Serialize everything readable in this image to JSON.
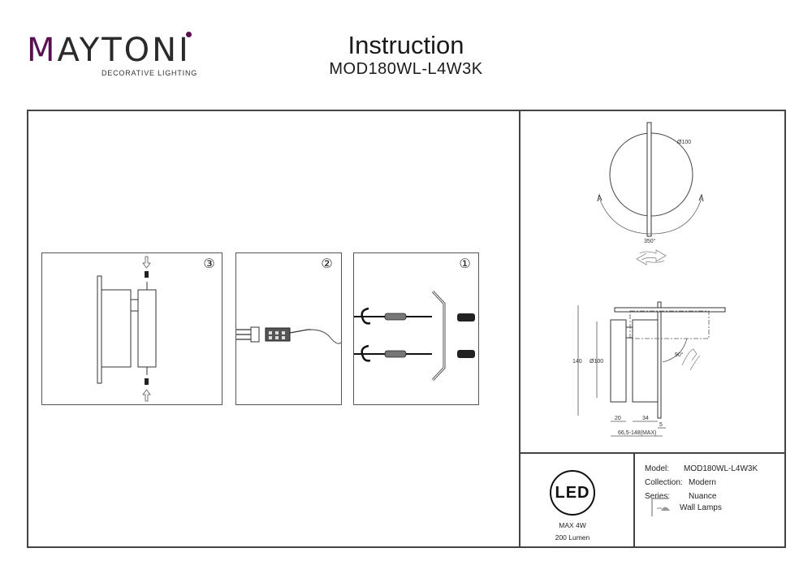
{
  "brand": {
    "name_first": "M",
    "name_rest": "AYTONI",
    "tagline": "DECORATIVE LIGHTING",
    "accent_color": "#5a1050"
  },
  "header": {
    "title": "Instruction",
    "model": "MOD180WL-L4W3K"
  },
  "steps": [
    {
      "number": "③",
      "description": "mount-lamp-screws"
    },
    {
      "number": "②",
      "description": "connect-wires-terminal"
    },
    {
      "number": "①",
      "description": "mount-bracket-anchors"
    }
  ],
  "front_view": {
    "diameter_label": "Ø100",
    "rotation_label": "350°"
  },
  "side_view": {
    "height_label": "140",
    "diameter_label": "Ø100",
    "tilt_label": "90°",
    "width_a_label": "20",
    "width_b_label": "34",
    "plate_label": "5",
    "depth_label": "66,5-148(MAX)"
  },
  "led_badge": {
    "label": "LED",
    "power": "MAX 4W",
    "lumen": "200 Lumen"
  },
  "specs": {
    "model_label": "Model:",
    "model_value": "MOD180WL-L4W3K",
    "collection_label": "Collection:",
    "collection_value": "Modern",
    "series_label": "Series:",
    "series_value": "Nuance",
    "category_value": "Wall Lamps"
  }
}
